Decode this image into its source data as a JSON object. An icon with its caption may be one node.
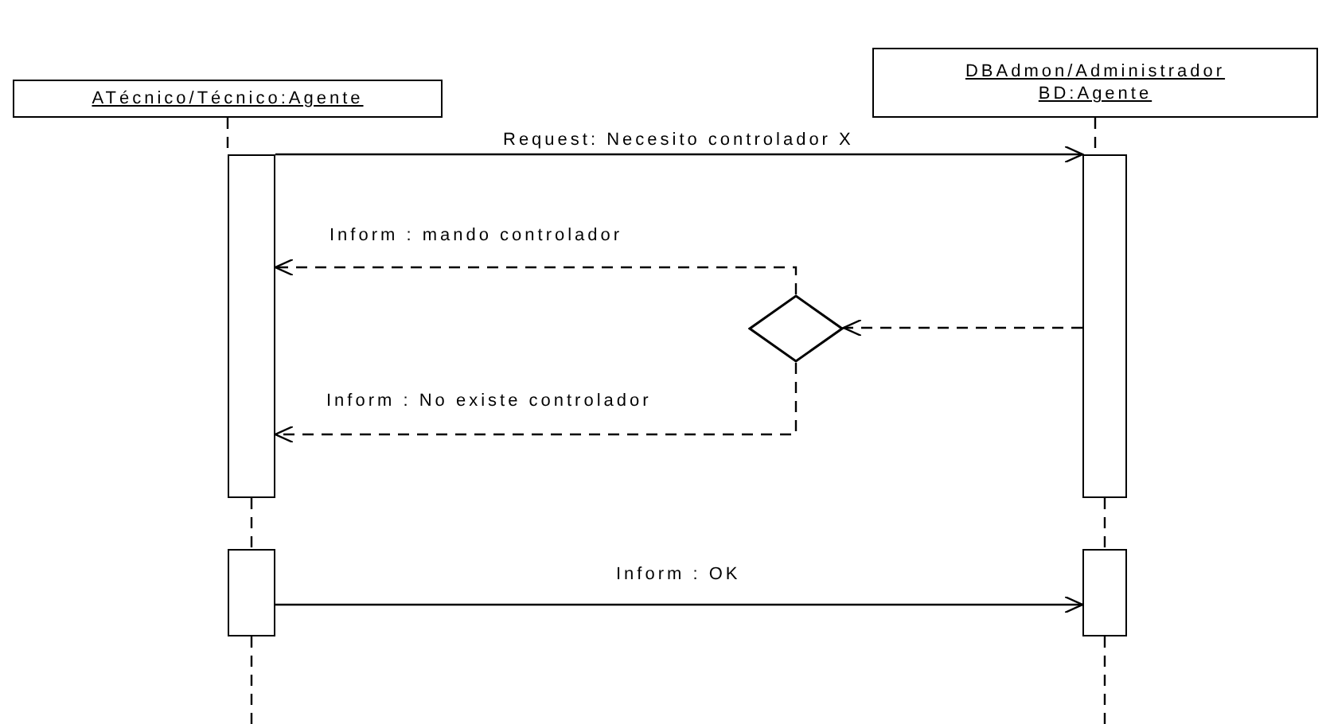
{
  "diagram": {
    "nodes": [
      {
        "text": [
          "ATécnico/Técnico:Agente"
        ]
      },
      {
        "text": [
          "DBAdmon/Administrador BD:Agente"
        ]
      },
      {
        "text": [],
        "shape": "bar"
      },
      {
        "text": [],
        "shape": "bar"
      },
      {
        "text": [],
        "shape": "diamond"
      },
      {
        "text": [],
        "shape": "bar"
      },
      {
        "text": [],
        "shape": "bar"
      }
    ],
    "edges": [
      {
        "from": 0,
        "to": 2,
        "arrow": "none",
        "style": "dashed"
      },
      {
        "from": 2,
        "to": 5,
        "arrow": "none",
        "style": "dashed"
      },
      {
        "from": 5,
        "to": null,
        "arrow": "none",
        "style": "dashed"
      },
      {
        "from": 1,
        "to": 3,
        "arrow": "none",
        "style": "dashed"
      },
      {
        "from": 3,
        "to": 6,
        "arrow": "none",
        "style": "dashed"
      },
      {
        "from": 6,
        "to": null,
        "arrow": "none",
        "style": "dashed"
      },
      {
        "from": 2,
        "to": 3,
        "arrow": "to",
        "label": "Request: Necesito controlador X"
      },
      {
        "from": 3,
        "to": 4,
        "arrow": "to",
        "style": "dashed"
      },
      {
        "from": 4,
        "to": 2,
        "arrow": "to",
        "style": "dashed",
        "label": "Inform : mando controlador"
      },
      {
        "from": 4,
        "to": 2,
        "arrow": "to",
        "style": "dashed",
        "label": "Inform : No existe controlador"
      },
      {
        "from": 5,
        "to": 6,
        "arrow": "to",
        "label": "Inform : OK"
      }
    ]
  }
}
